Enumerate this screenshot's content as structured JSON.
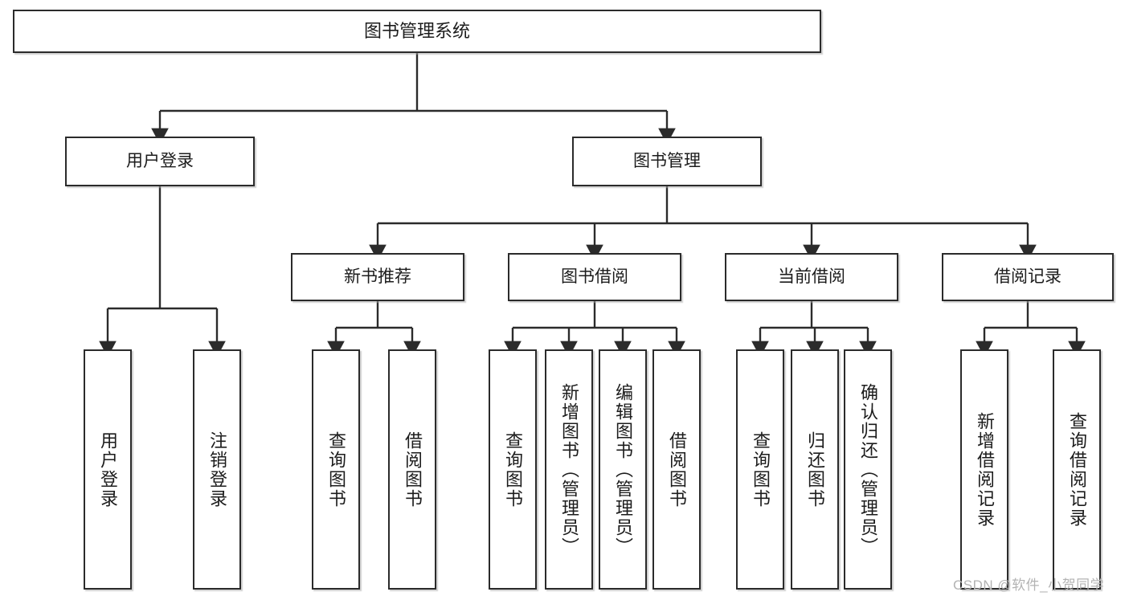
{
  "diagram": {
    "title": "图书管理系统",
    "type": "tree-hierarchy",
    "watermark": "CSDN @软件_小贺同学",
    "colors": {
      "box_border": "#2b2b2b",
      "box_fill": "#ffffff",
      "connector": "#2b2b2b",
      "text": "#1c1c1c",
      "watermark": "#b3b3b3"
    },
    "root": {
      "label": "图书管理系统"
    },
    "level2": [
      {
        "label": "用户登录"
      },
      {
        "label": "图书管理"
      }
    ],
    "level3": [
      {
        "label": "新书推荐"
      },
      {
        "label": "图书借阅"
      },
      {
        "label": "当前借阅"
      },
      {
        "label": "借阅记录"
      }
    ],
    "leaves": {
      "user_login": [
        {
          "label": "用户登录"
        },
        {
          "label": "注销登录"
        }
      ],
      "new_book_recommend": [
        {
          "label": "查询图书"
        },
        {
          "label": "借阅图书"
        }
      ],
      "book_borrow": [
        {
          "label": "查询图书"
        },
        {
          "label": "新增图书（管理员）"
        },
        {
          "label": "编辑图书（管理员）"
        },
        {
          "label": "借阅图书"
        }
      ],
      "current_borrow": [
        {
          "label": "查询图书"
        },
        {
          "label": "归还图书"
        },
        {
          "label": "确认归还（管理员）"
        }
      ],
      "borrow_record": [
        {
          "label": "新增借阅记录"
        },
        {
          "label": "查询借阅记录"
        }
      ]
    }
  }
}
